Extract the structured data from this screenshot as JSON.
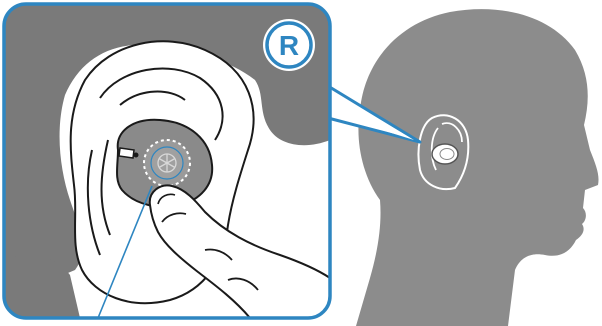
{
  "illustration": {
    "side_badge": {
      "label": "R",
      "color": "#2e86c1"
    },
    "colors": {
      "accent_blue": "#2e86c1",
      "silhouette_gray": "#8c8c8c",
      "hair_gray": "#7a7a7a",
      "earbud_gray": "#8a8a8a",
      "outline": "#1a1a1a",
      "background": "#ffffff"
    },
    "icons": {
      "earbud_logo": "three-tuning-forks-logo",
      "touch_sensor": "dashed-ring-touch-area"
    }
  }
}
